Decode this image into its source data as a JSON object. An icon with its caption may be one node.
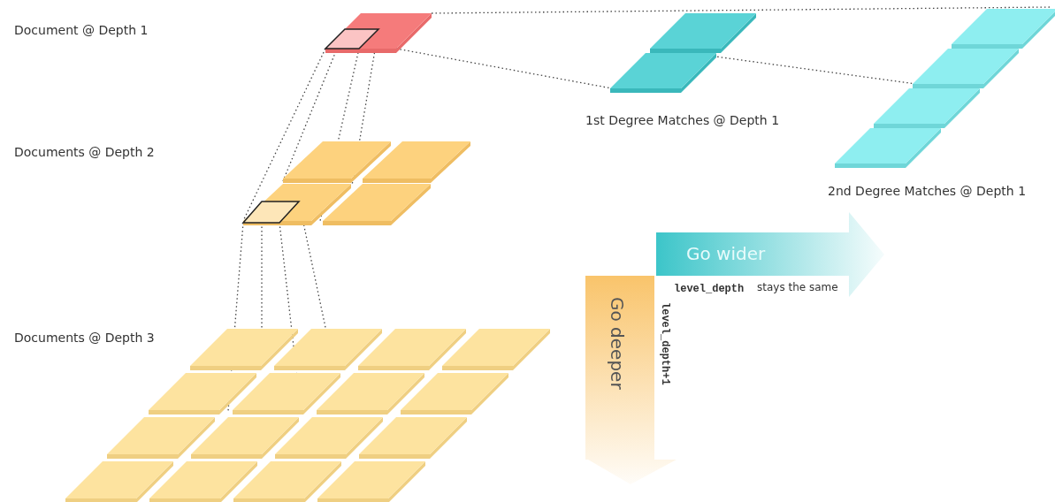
{
  "diagram": {
    "nodes": [
      {
        "text": [
          "Go wider"
        ]
      },
      {
        "text": [
          "Go deeper"
        ]
      }
    ],
    "edges": [],
    "labels": [
      "Document @ Depth 1",
      "1st Degree Matches @ Depth 1",
      "Documents @ Depth 2",
      "2nd Degree Matches @ Depth 1",
      "level_depth",
      "stays the same",
      "level_depth+1",
      "Documents @ Depth 3"
    ]
  }
}
